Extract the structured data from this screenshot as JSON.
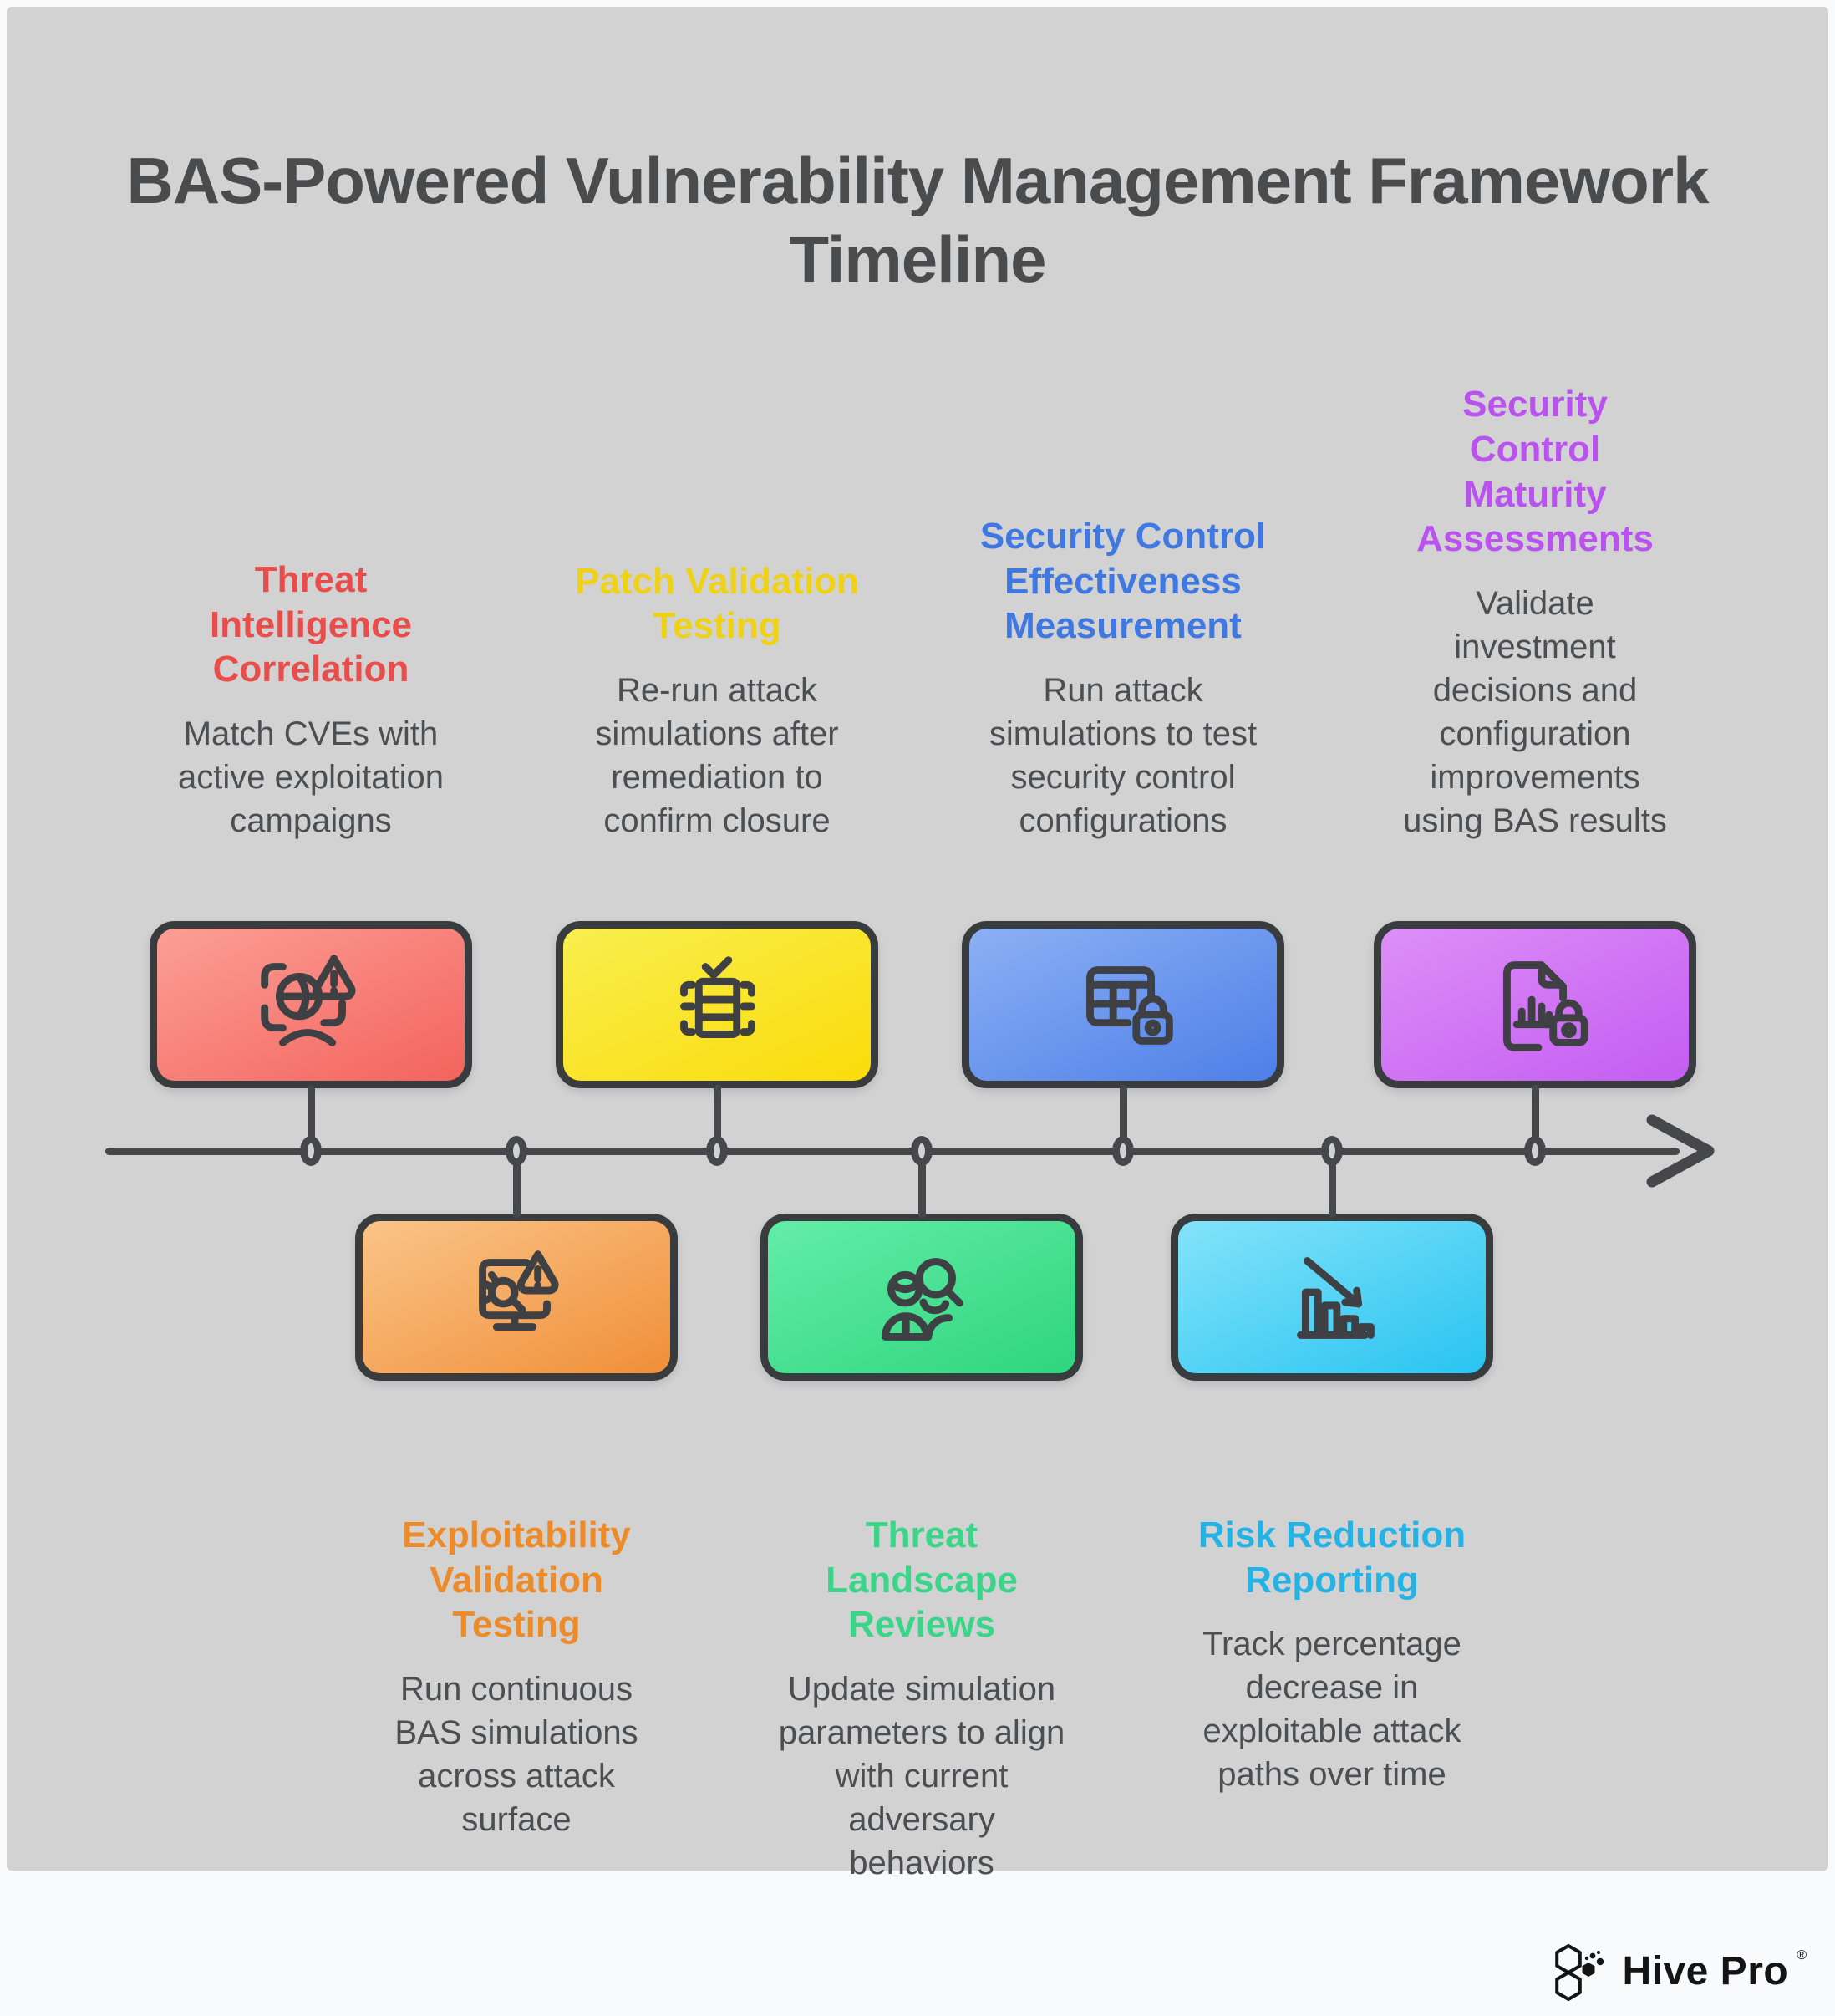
{
  "title": "BAS-Powered Vulnerability Management Framework Timeline",
  "milestones": [
    {
      "title": "Threat Intelligence Correlation",
      "description": "Match CVEs with active exploitation campaigns",
      "accent": "#e84d4b",
      "gradient1": "#fb9f96",
      "gradient2": "#f4635d",
      "icon": "globe-scan-warning-icon",
      "row": "top"
    },
    {
      "title": "Patch Validation Testing",
      "description": "Re-run attack simulations after remediation to confirm closure",
      "accent": "#efd215",
      "gradient1": "#f8ee4e",
      "gradient2": "#fbdc0a",
      "icon": "patched-server-check-icon",
      "row": "top"
    },
    {
      "title": "Security Control Effectiveness Measurement",
      "description": "Run attack simulations to test security control configurations",
      "accent": "#4078e2",
      "gradient1": "#8cb0f4",
      "gradient2": "#4d7fe8",
      "icon": "firewall-table-lock-icon",
      "row": "top"
    },
    {
      "title": "Security Control Maturity Assessments",
      "description": "Validate investment decisions and configuration improvements using BAS results",
      "accent": "#ba52f0",
      "gradient1": "#dd8ff7",
      "gradient2": "#c45cf2",
      "icon": "report-chart-lock-icon",
      "row": "top"
    },
    {
      "title": "Exploitability Validation Testing",
      "description": "Run continuous BAS simulations across attack surface",
      "accent": "#ee8b29",
      "gradient1": "#fac488",
      "gradient2": "#f08f38",
      "icon": "monitor-bug-warning-icon",
      "row": "bottom"
    },
    {
      "title": "Threat Landscape Reviews",
      "description": "Update simulation parameters to align with current adversary behaviors",
      "accent": "#3bd58a",
      "gradient1": "#63eda8",
      "gradient2": "#2fd57e",
      "icon": "people-search-icon",
      "row": "bottom"
    },
    {
      "title": "Risk Reduction Reporting",
      "description": "Track percentage decrease in exploitable attack paths over time",
      "accent": "#25b2e5",
      "gradient1": "#83e3fa",
      "gradient2": "#29c4f1",
      "icon": "declining-bar-chart-arrow-icon",
      "row": "bottom"
    }
  ],
  "footer": {
    "brand": "Hive Pro",
    "registered": "®"
  }
}
